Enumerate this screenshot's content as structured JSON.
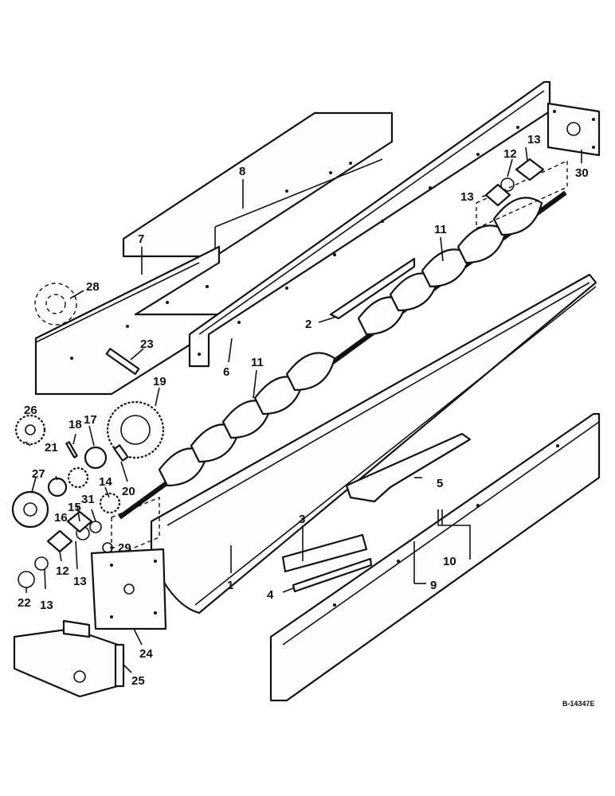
{
  "callouts": {
    "c1": "1",
    "c2": "2",
    "c3": "3",
    "c4": "4",
    "c5": "5",
    "c6": "6",
    "c7": "7",
    "c8": "8",
    "c9": "9",
    "c10": "10",
    "c11a": "11",
    "c11b": "11",
    "c12a": "12",
    "c12b": "12",
    "c13a": "13",
    "c13b": "13",
    "c13c": "13",
    "c13d": "13",
    "c14": "14",
    "c15": "15",
    "c16": "16",
    "c17": "17",
    "c18": "18",
    "c19": "19",
    "c20": "20",
    "c21": "21",
    "c22": "22",
    "c23": "23",
    "c24": "24",
    "c25": "25",
    "c26": "26",
    "c27": "27",
    "c28": "28",
    "c29": "29",
    "c30": "30",
    "c31": "31"
  },
  "reference_code": "B-14347E"
}
